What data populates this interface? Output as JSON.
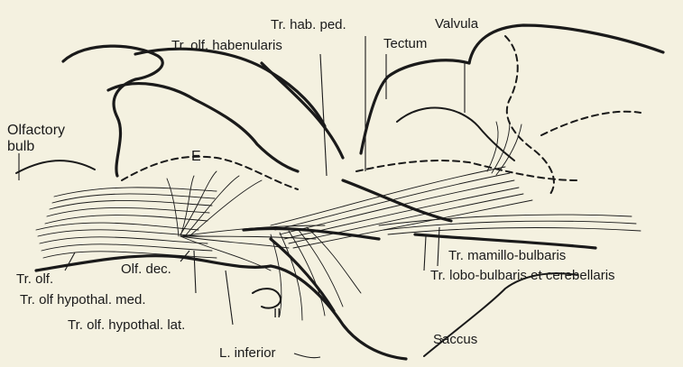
{
  "figure": {
    "labels": {
      "olfactory_bulb": "Olfactory\nbulb",
      "tr_hab_ped": "Tr. hab. ped.",
      "tr_olf_habenularis": "Tr. olf. habenularis",
      "tectum": "Tectum",
      "valvula": "Valvula",
      "region_e": "E",
      "tr_olf": "Tr. olf.",
      "olf_dec": "Olf. dec.",
      "tr_olf_hypothal_med": "Tr. olf hypothal. med.",
      "tr_olf_hypothal_lat": "Tr. olf. hypothal. lat.",
      "optic_nerve_ii": "II",
      "l_inferior": "L. inferior",
      "saccus": "Saccus",
      "tr_mamillo_bulbaris": "Tr. mamillo-bulbaris",
      "tr_lobo_bulbaris": "Tr. lobo-bulbaris et cerebellaris"
    }
  }
}
